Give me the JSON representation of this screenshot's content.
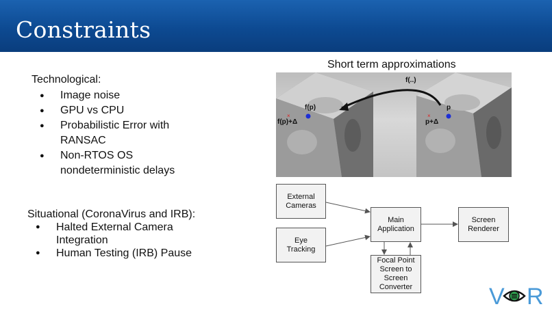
{
  "header": {
    "title": "Constraints",
    "bg_color": "#0d4a92"
  },
  "technological": {
    "heading": "Technological:",
    "items": [
      "Image noise",
      "GPU vs CPU",
      "Probabilistic Error with\nRANSAC",
      "Non-RTOS OS\nnondeterministic  delays"
    ]
  },
  "situational": {
    "heading": "Situational (CoronaVirus and IRB):",
    "items": [
      "Halted External Camera\nIntegration",
      "Human Testing (IRB) Pause"
    ]
  },
  "figure": {
    "caption": "Short term approximations",
    "labels": {
      "f_dots": "f(..)",
      "f_p": "f(p)",
      "f_p_delta": "f(p)+Δ",
      "p": "p",
      "p_delta": "p+Δ"
    }
  },
  "diagram": {
    "external_cameras": "External\nCameras",
    "eye_tracking": "Eye\nTracking",
    "main_application": "Main\nApplication",
    "screen_renderer": "Screen\nRenderer",
    "focal_point": "Focal Point\nScreen to\nScreen\nConverter"
  },
  "logo": {
    "left": "V",
    "right": "R",
    "accent": "#2e9e4e",
    "color": "#4a9ad8"
  }
}
